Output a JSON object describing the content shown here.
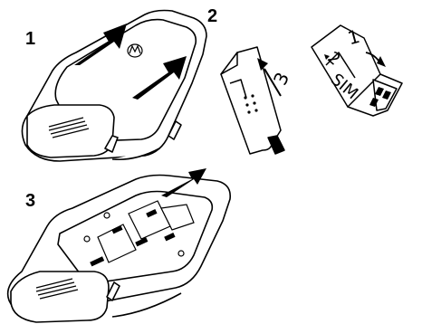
{
  "steps": [
    {
      "number": "1"
    },
    {
      "number": "2"
    },
    {
      "number": "3"
    }
  ],
  "card_labels": {
    "sim_text": "SIM",
    "insert_step_a": "1",
    "insert_step_b": "2",
    "insert_step_c": "3"
  },
  "colors": {
    "line": "#000000",
    "fill": "#ffffff",
    "arrow": "#000000"
  },
  "icons": [
    "motorola-logo-icon",
    "up-arrow-icon",
    "curved-arrow-icon"
  ]
}
